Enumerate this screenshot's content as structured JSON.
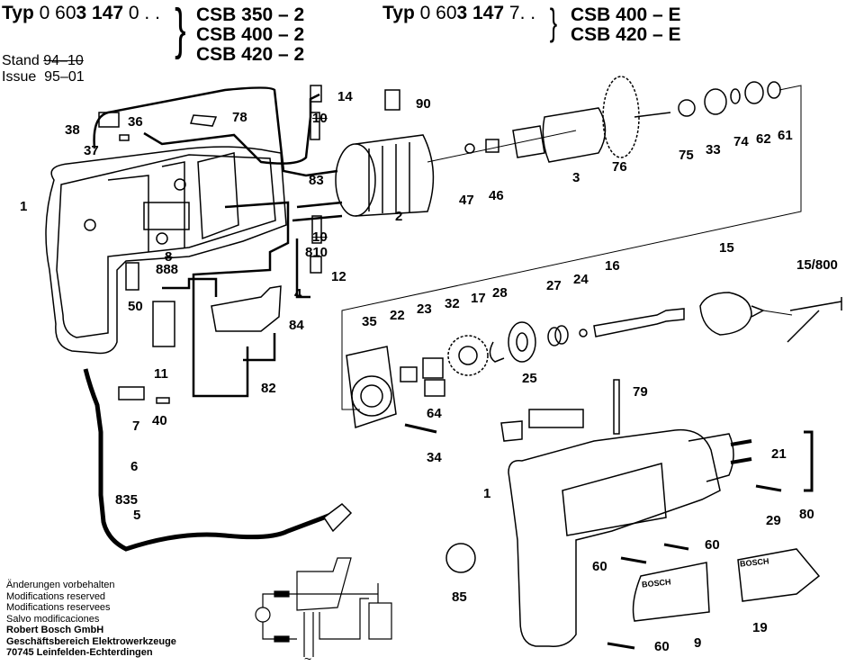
{
  "header": {
    "left": {
      "typ_word": "Typ",
      "typ_number_prefix": "0 60",
      "typ_number_bold": "3 147",
      "typ_suffix": "0 . .",
      "models": [
        "CSB 350 – 2",
        "CSB 400 – 2",
        "CSB 420 – 2"
      ]
    },
    "right": {
      "typ_word": "Typ",
      "typ_number_prefix": "0 60",
      "typ_number_bold": "3 147",
      "typ_suffix": "7. .",
      "models": [
        "CSB 400 – E",
        "CSB 420 – E"
      ]
    },
    "stand_label": "Stand",
    "stand_value_struck": "94–10",
    "issue_label": "Issue",
    "issue_value": "95–01"
  },
  "footer": {
    "notes": [
      "Änderungen vorbehalten",
      "Modifications reserved",
      "Modifications reservees",
      "Salvo modificaciones"
    ],
    "company": [
      "Robert Bosch GmbH",
      "Geschäftsbereich Elektrowerkzeuge",
      "70745 Leinfelden-Echterdingen"
    ]
  },
  "part_labels": {
    "p1a": "1",
    "p1b": "1",
    "p2": "2",
    "p3": "3",
    "p4": "4",
    "p5": "5",
    "p6": "6",
    "p7": "7",
    "p8": "8",
    "p888": "888",
    "p9": "9",
    "p10a": "10",
    "p10b": "10",
    "p810": "810",
    "p11": "11",
    "p12": "12",
    "p14": "14",
    "p15": "15",
    "p15_800": "15/800",
    "p16": "16",
    "p17": "17",
    "p19": "19",
    "p21": "21",
    "p22": "22",
    "p23": "23",
    "p24": "24",
    "p25": "25",
    "p27": "27",
    "p28": "28",
    "p29": "29",
    "p32": "32",
    "p33": "33",
    "p34": "34",
    "p35": "35",
    "p36": "36",
    "p37": "37",
    "p38": "38",
    "p40": "40",
    "p46": "46",
    "p47": "47",
    "p50": "50",
    "p60a": "60",
    "p60b": "60",
    "p60c": "60",
    "p61": "61",
    "p62": "62",
    "p64": "64",
    "p74": "74",
    "p75": "75",
    "p76": "76",
    "p78": "78",
    "p79": "79",
    "p80": "80",
    "p82": "82",
    "p83": "83",
    "p84": "84",
    "p85": "85",
    "p90": "90",
    "p835": "835"
  },
  "brand_plates": [
    "BOSCH",
    "BOSCH"
  ],
  "schematic": {
    "ac_symbol": "~"
  }
}
